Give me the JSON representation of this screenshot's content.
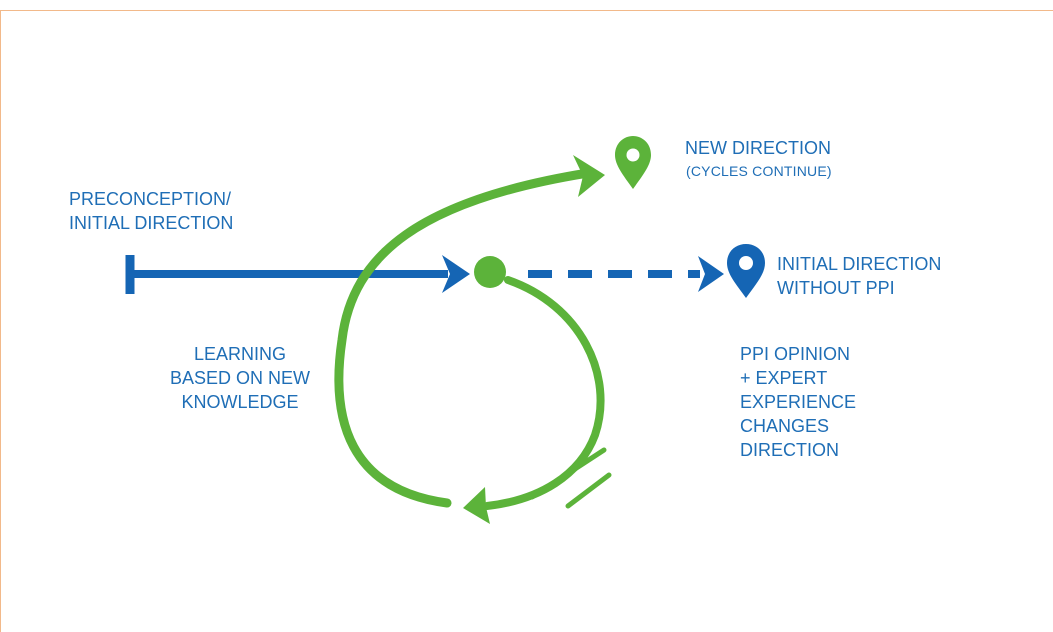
{
  "labels": {
    "preconception": [
      "PRECONCEPTION/",
      "INITIAL DIRECTION"
    ],
    "new_direction": "NEW DIRECTION",
    "cycles_continue": "(CYCLES CONTINUE)",
    "initial_without_ppi": [
      "INITIAL DIRECTION",
      "WITHOUT PPI"
    ],
    "learning": [
      "LEARNING",
      "BASED ON NEW",
      "KNOWLEDGE"
    ],
    "ppi_opinion": [
      "PPI OPINION",
      "+ EXPERT",
      "EXPERIENCE",
      "CHANGES",
      "DIRECTION"
    ]
  },
  "colors": {
    "blue": "#1565b4",
    "green": "#5cb33a",
    "text_blue": "#1f6eb6",
    "frame": "#f2b98a"
  },
  "icons": {
    "green_pin": "map-pin-icon",
    "blue_pin": "map-pin-icon"
  }
}
